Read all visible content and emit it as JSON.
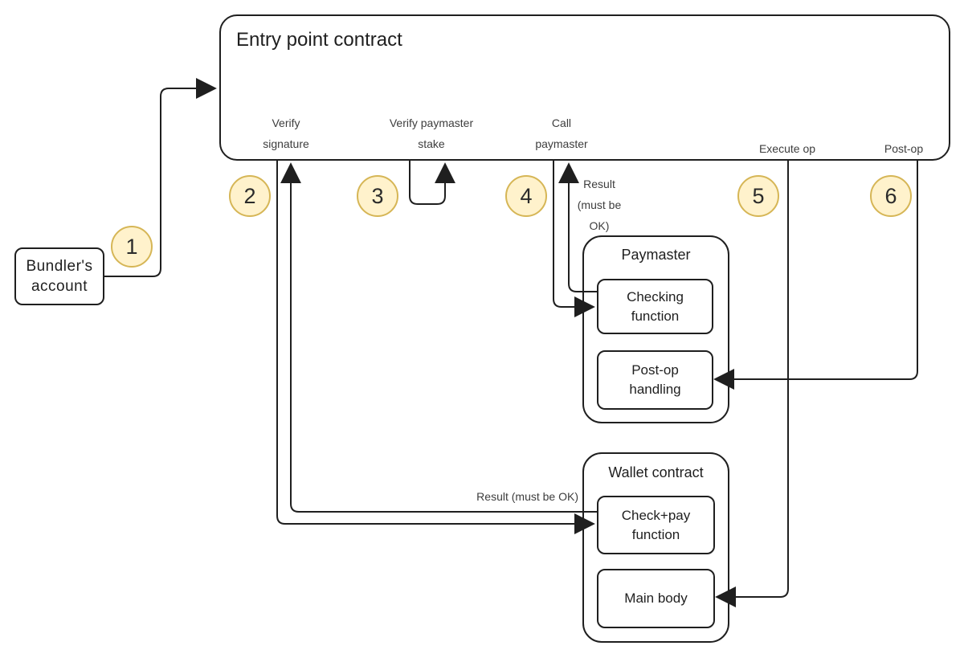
{
  "diagram": {
    "entry_point": {
      "title": "Entry point contract",
      "function_labels": {
        "verify_signature": "Verify\nsignature",
        "verify_paymaster_stake": "Verify paymaster\nstake",
        "call_paymaster": "Call\npaymaster",
        "execute_op": "Execute op",
        "post_op": "Post-op"
      }
    },
    "bundler": {
      "label": "Bundler's\naccount"
    },
    "steps": [
      "1",
      "2",
      "3",
      "4",
      "5",
      "6"
    ],
    "paymaster": {
      "title": "Paymaster",
      "checking_function": "Checking\nfunction",
      "post_op_handling": "Post-op\nhandling"
    },
    "wallet": {
      "title": "Wallet contract",
      "check_pay_function": "Check+pay\nfunction",
      "main_body": "Main body"
    },
    "annotations": {
      "result_call_paymaster": "Result\n(must be\nOK)",
      "result_verify_signature": "Result (must be OK)"
    },
    "colors": {
      "step_circle_fill": "#FFF2CC",
      "step_circle_stroke": "#D6B656",
      "line": "#1F1F1F",
      "background": "#FFFFFF"
    }
  }
}
